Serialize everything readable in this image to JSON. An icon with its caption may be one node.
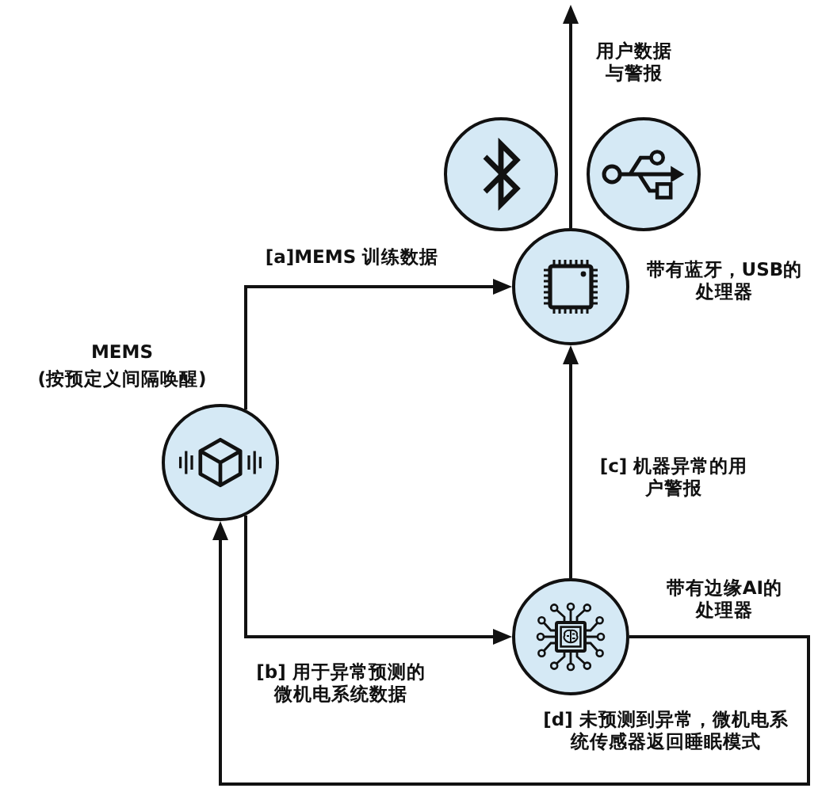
{
  "diagram": {
    "nodes": [
      {
        "text": [],
        "shape": "circle"
      },
      {
        "text": [],
        "shape": "circle"
      },
      {
        "text": [],
        "shape": "circle",
        "beside": [
          "带有蓝牙，USB的处理器"
        ]
      },
      {
        "text": [],
        "shape": "circle",
        "beside": [
          "MEMS",
          "(按预定义间隔唤醒)"
        ]
      },
      {
        "text": [],
        "shape": "circle",
        "beside": [
          "带有边缘AI的处理器"
        ]
      }
    ],
    "edges": [
      {
        "from": 2,
        "to": null,
        "arrow": "to",
        "label": "用户数据与警报"
      },
      {
        "from": 3,
        "to": 2,
        "arrow": "to",
        "label": "[a]MEMS 训练数据"
      },
      {
        "from": 3,
        "to": 4,
        "arrow": "to",
        "label": "[b] 用于异常预测的微机电系统数据"
      },
      {
        "from": 4,
        "to": 2,
        "arrow": "to",
        "label": "[c] 机器异常的用户警报"
      },
      {
        "from": 4,
        "to": 3,
        "arrow": "to",
        "label": "[d] 未预测到异常，微机电系统传感器返回睡眠模式"
      }
    ]
  }
}
